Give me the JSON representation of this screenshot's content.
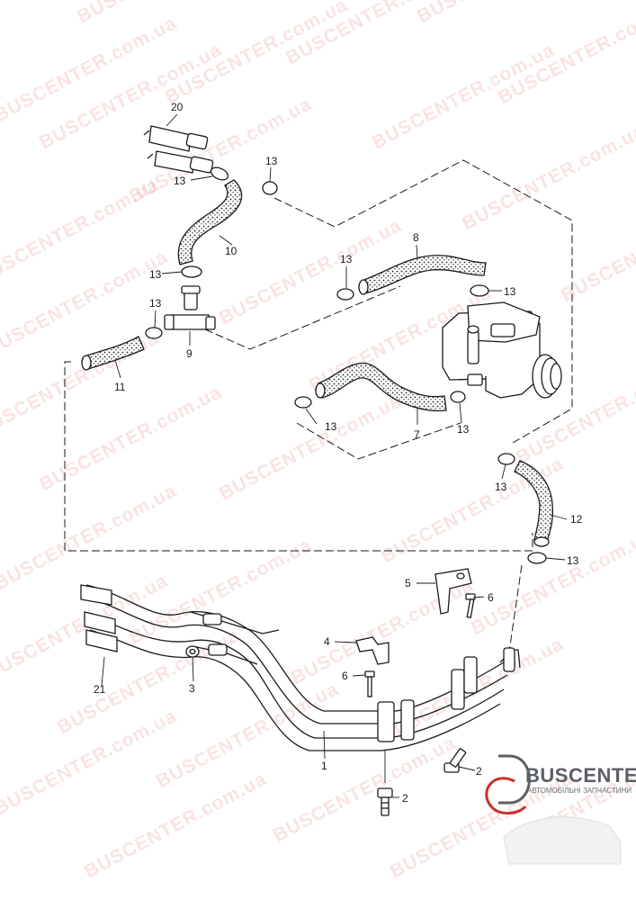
{
  "watermark": "BUSCENTER.com.ua",
  "logo": {
    "name": "BUSCENTER",
    "tagline": "АВТОМОБІЛЬНІ ЗАПЧАСТИНИ"
  },
  "callouts": {
    "c20": "20",
    "c13a": "13",
    "c13b": "13",
    "c10": "10",
    "c13c": "13",
    "c13d": "13",
    "c9": "9",
    "c11": "11",
    "c8": "8",
    "c13e": "13",
    "c13f": "13",
    "c13g": "13",
    "c13h": "13",
    "c7": "7",
    "c13i": "13",
    "c12": "12",
    "c13j": "13",
    "c5": "5",
    "c6a": "6",
    "c4": "4",
    "c6b": "6",
    "c3": "3",
    "c21": "21",
    "c1": "1",
    "c2a": "2",
    "c2b": "2"
  },
  "colors": {
    "line": "#1a1a1a",
    "accent": "#d33a3a",
    "logo_red": "#c8322f",
    "logo_grey": "#5b5f66"
  }
}
